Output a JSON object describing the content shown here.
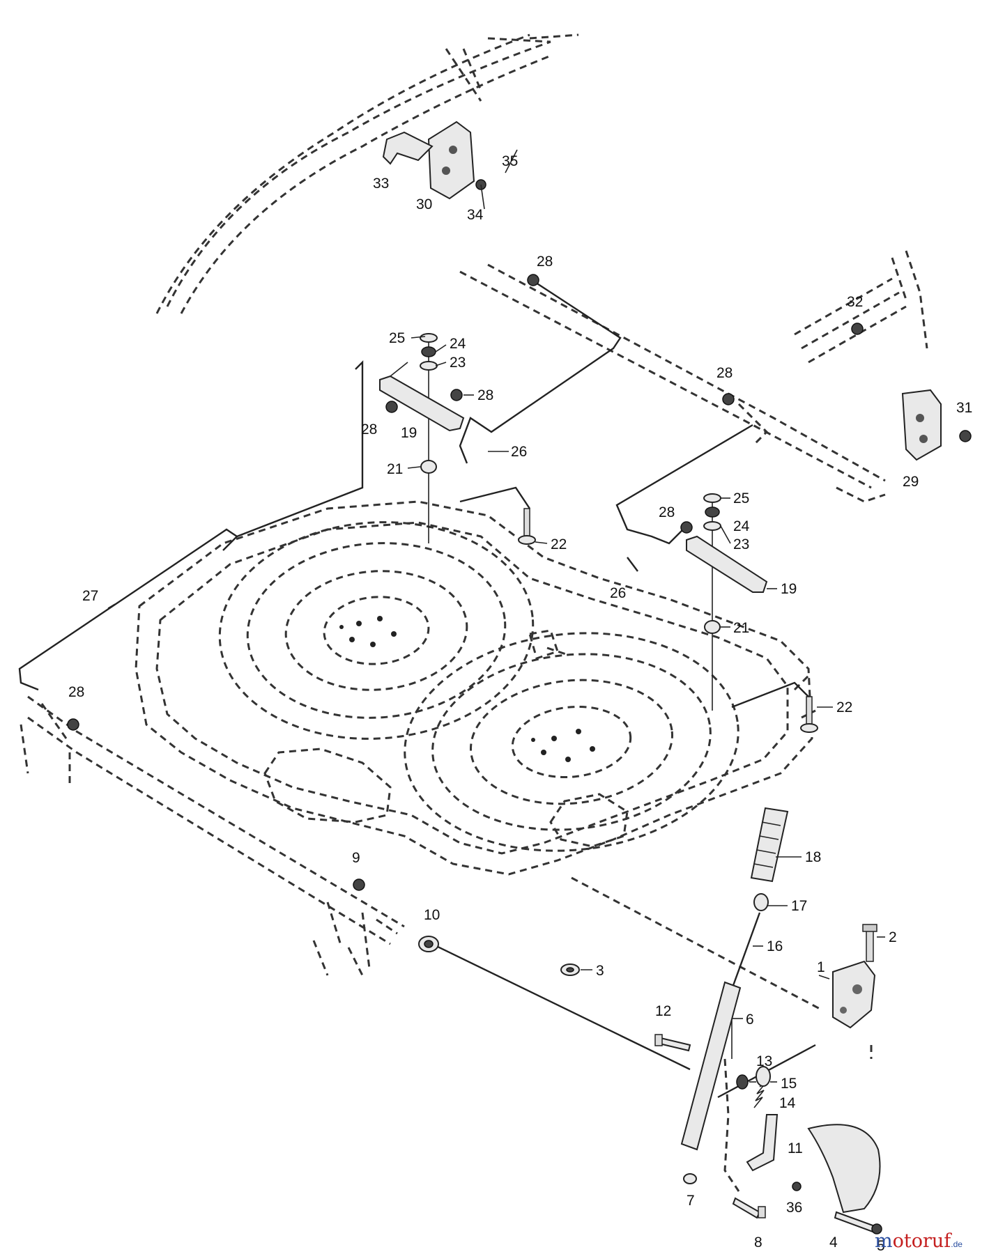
{
  "watermark": {
    "part1": "m",
    "part2": "otoruf",
    "part3": ".de"
  },
  "callouts": [
    {
      "id": "c1",
      "label": "1"
    },
    {
      "id": "c2",
      "label": "2"
    },
    {
      "id": "c3",
      "label": "3"
    },
    {
      "id": "c4",
      "label": "4"
    },
    {
      "id": "c5",
      "label": "5"
    },
    {
      "id": "c6",
      "label": "6"
    },
    {
      "id": "c7",
      "label": "7"
    },
    {
      "id": "c8",
      "label": "8"
    },
    {
      "id": "c9",
      "label": "9"
    },
    {
      "id": "c10",
      "label": "10"
    },
    {
      "id": "c11",
      "label": "11"
    },
    {
      "id": "c12",
      "label": "12"
    },
    {
      "id": "c13",
      "label": "13"
    },
    {
      "id": "c14",
      "label": "14"
    },
    {
      "id": "c15",
      "label": "15"
    },
    {
      "id": "c16",
      "label": "16"
    },
    {
      "id": "c17",
      "label": "17"
    },
    {
      "id": "c18",
      "label": "18"
    },
    {
      "id": "c19a",
      "label": "19"
    },
    {
      "id": "c19b",
      "label": "19"
    },
    {
      "id": "c21a",
      "label": "21"
    },
    {
      "id": "c21b",
      "label": "21"
    },
    {
      "id": "c22a",
      "label": "22"
    },
    {
      "id": "c22b",
      "label": "22"
    },
    {
      "id": "c23a",
      "label": "23"
    },
    {
      "id": "c23b",
      "label": "23"
    },
    {
      "id": "c24a",
      "label": "24"
    },
    {
      "id": "c24b",
      "label": "24"
    },
    {
      "id": "c25a",
      "label": "25"
    },
    {
      "id": "c25b",
      "label": "25"
    },
    {
      "id": "c26a",
      "label": "26"
    },
    {
      "id": "c26b",
      "label": "26"
    },
    {
      "id": "c27",
      "label": "27"
    },
    {
      "id": "c28a",
      "label": "28"
    },
    {
      "id": "c28b",
      "label": "28"
    },
    {
      "id": "c28c",
      "label": "28"
    },
    {
      "id": "c28d",
      "label": "28"
    },
    {
      "id": "c28e",
      "label": "28"
    },
    {
      "id": "c28f",
      "label": "28"
    },
    {
      "id": "c29",
      "label": "29"
    },
    {
      "id": "c30",
      "label": "30"
    },
    {
      "id": "c31",
      "label": "31"
    },
    {
      "id": "c32",
      "label": "32"
    },
    {
      "id": "c33",
      "label": "33"
    },
    {
      "id": "c34",
      "label": "34"
    },
    {
      "id": "c35",
      "label": "35"
    },
    {
      "id": "c36",
      "label": "36"
    }
  ]
}
